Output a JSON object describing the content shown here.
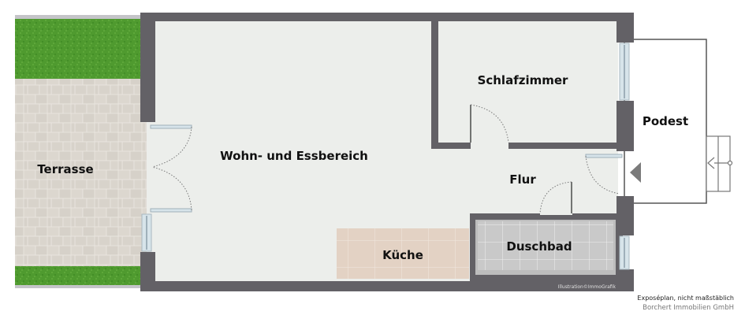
{
  "plan": {
    "type": "floor plan",
    "colors": {
      "wall": "#636166",
      "floor": "#eceeeb",
      "grass": "#4f9a2f",
      "terrace_paving": "#d9d4cc",
      "kitchen_tiles": "#e3d2c4",
      "bath_tiles": "#c9c9c9",
      "window_glass": "#d7e4ea",
      "stair_line": "#777777"
    },
    "rooms": [
      {
        "id": "terrasse",
        "label": "Terrasse"
      },
      {
        "id": "wohn",
        "label": "Wohn- und Essbereich"
      },
      {
        "id": "schlaf",
        "label": "Schlafzimmer"
      },
      {
        "id": "podest",
        "label": "Podest"
      },
      {
        "id": "flur",
        "label": "Flur"
      },
      {
        "id": "kueche",
        "label": "Küche"
      },
      {
        "id": "duschbad",
        "label": "Duschbad"
      }
    ],
    "entrance_marker": "entrance-arrow",
    "stair_direction": "stair-arrow"
  },
  "credits": {
    "illustration": "Illustration©ImmoGrafik",
    "scale_note": "Exposéplan, nicht maßstäblich",
    "company": "Borchert Immobilien GmbH"
  }
}
